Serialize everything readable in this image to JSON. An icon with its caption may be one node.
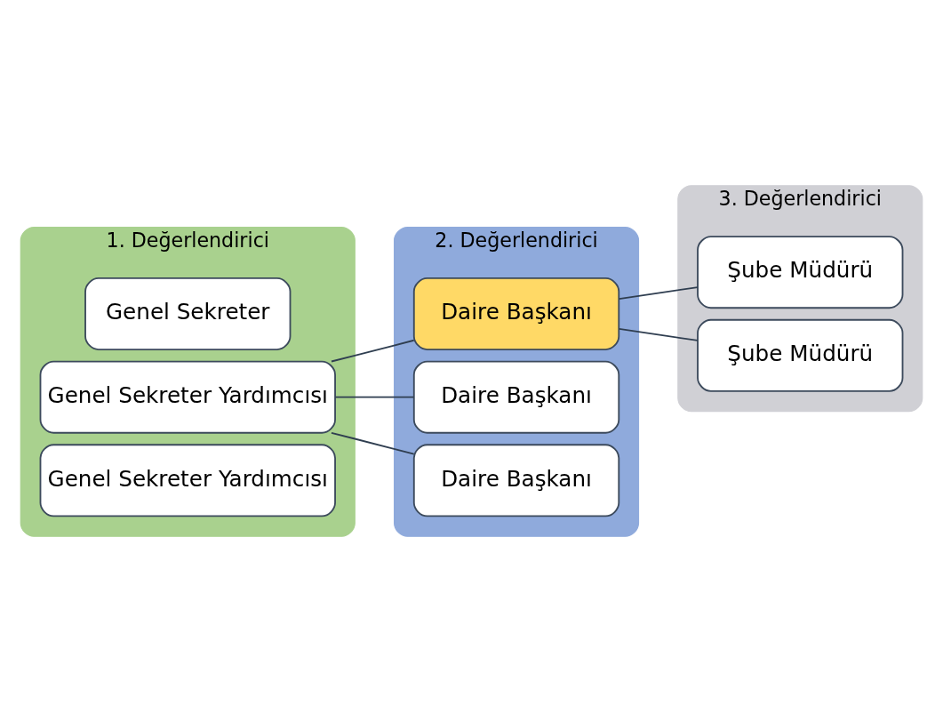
{
  "diagram": {
    "nodes": [
      {
        "text": [
          "1. Değerlendirici"
        ]
      },
      {
        "text": [
          "Genel Sekreter"
        ],
        "in": 0
      },
      {
        "text": [
          "Genel Sekreter Yardımcısı"
        ],
        "in": 0
      },
      {
        "text": [
          "Genel Sekreter Yardımcısı"
        ],
        "in": 0
      },
      {
        "text": [
          "2. Değerlendirici"
        ]
      },
      {
        "text": [
          "Daire Başkanı"
        ],
        "in": 4
      },
      {
        "text": [
          "Daire Başkanı"
        ],
        "in": 4
      },
      {
        "text": [
          "Daire Başkanı"
        ],
        "in": 4
      },
      {
        "text": [
          "3. Değerlendirici"
        ]
      },
      {
        "text": [
          "Şube Müdürü"
        ],
        "in": 8
      },
      {
        "text": [
          "Şube Müdürü"
        ],
        "in": 8
      }
    ],
    "edges": [
      {
        "from": 2,
        "to": 5,
        "arrow": "none"
      },
      {
        "from": 2,
        "to": 6,
        "arrow": "none"
      },
      {
        "from": 2,
        "to": 7,
        "arrow": "none"
      },
      {
        "from": 5,
        "to": 9,
        "arrow": "none"
      },
      {
        "from": 5,
        "to": 10,
        "arrow": "none"
      }
    ]
  }
}
